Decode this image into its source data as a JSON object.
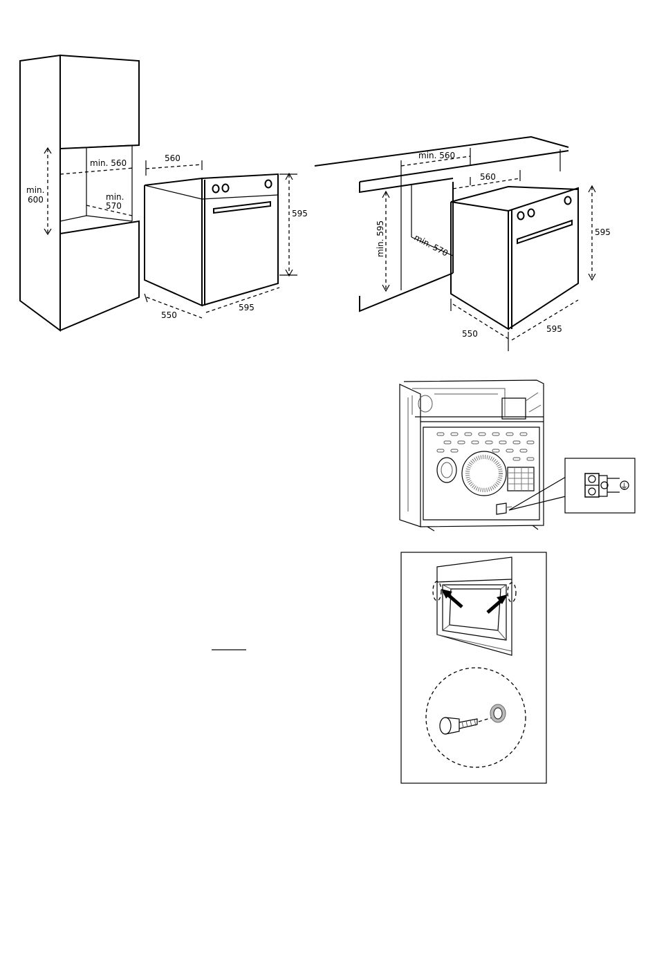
{
  "tall_cabinet": {
    "height_label_line1": "min.",
    "height_label_line2": "600",
    "width_label": "min. 560",
    "depth_label_line1": "min.",
    "depth_label_line2": "570"
  },
  "oven_dimensions": {
    "top_width": "560",
    "height": "595",
    "depth": "550",
    "front_width": "595"
  },
  "under_counter": {
    "width_label": "min. 560",
    "height_label": "min. 595",
    "depth_label": "min. 570",
    "oven_top_width": "560",
    "oven_height": "595",
    "oven_depth": "550",
    "oven_front_width": "595"
  },
  "electrical": {
    "ground_symbol": "⏚"
  },
  "line_decoration": {
    "underline": ""
  }
}
